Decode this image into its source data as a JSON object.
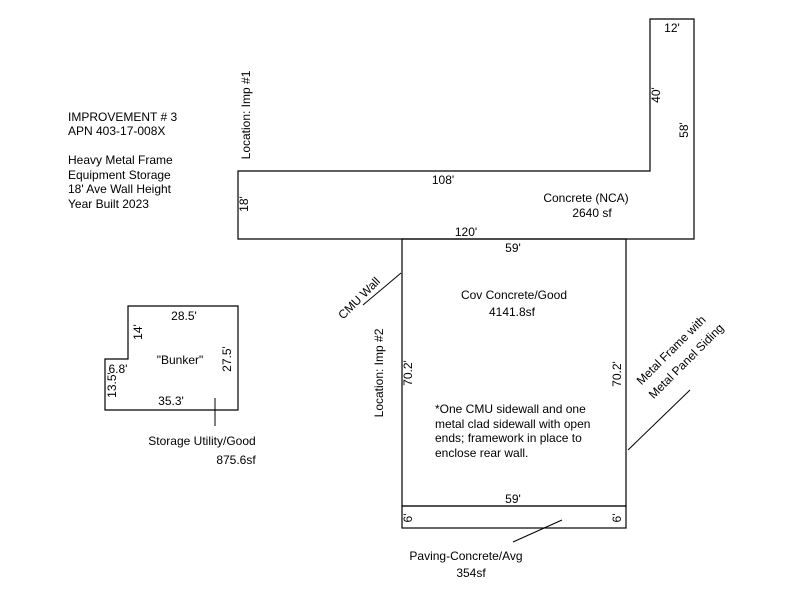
{
  "info": {
    "line1": "IMPROVEMENT # 3",
    "line2": "APN 403-17-008X",
    "line3": "Heavy Metal Frame",
    "line4": "Equipment Storage",
    "line5": "18' Ave Wall Height",
    "line6": "Year Built 2023"
  },
  "location1": "Location: Imp #1",
  "location2": "Location: Imp #2",
  "upper": {
    "dim_top": "12'",
    "dim_40": "40'",
    "dim_58": "58'",
    "dim_108": "108'",
    "dim_18": "18'",
    "dim_120": "120'",
    "label": "Concrete (NCA)",
    "area": "2640 sf"
  },
  "main": {
    "dim_top": "59'",
    "label": "Cov Concrete/Good",
    "area": "4141.8sf",
    "dim_left": "70.2'",
    "dim_right": "70.2'",
    "note1": "*One CMU sidewall and one",
    "note2": "metal clad sidewall with open",
    "note3": "ends; framework in place to",
    "note4": "enclose rear wall.",
    "cmu": "CMU Wall",
    "metal1": "Metal Frame with",
    "metal2": "Metal Panel Siding"
  },
  "paving": {
    "dim_top": "59'",
    "dim_left": "6'",
    "dim_right": "6'",
    "label": "Paving-Concrete/Avg",
    "area": "354sf"
  },
  "bunker": {
    "dim_top": "28.5'",
    "dim_14": "14'",
    "dim_275": "27.5'",
    "dim_68": "6.8'",
    "dim_135": "13.5'",
    "dim_353": "35.3'",
    "name": "\"Bunker\"",
    "label": "Storage Utility/Good",
    "area": "875.6sf"
  }
}
